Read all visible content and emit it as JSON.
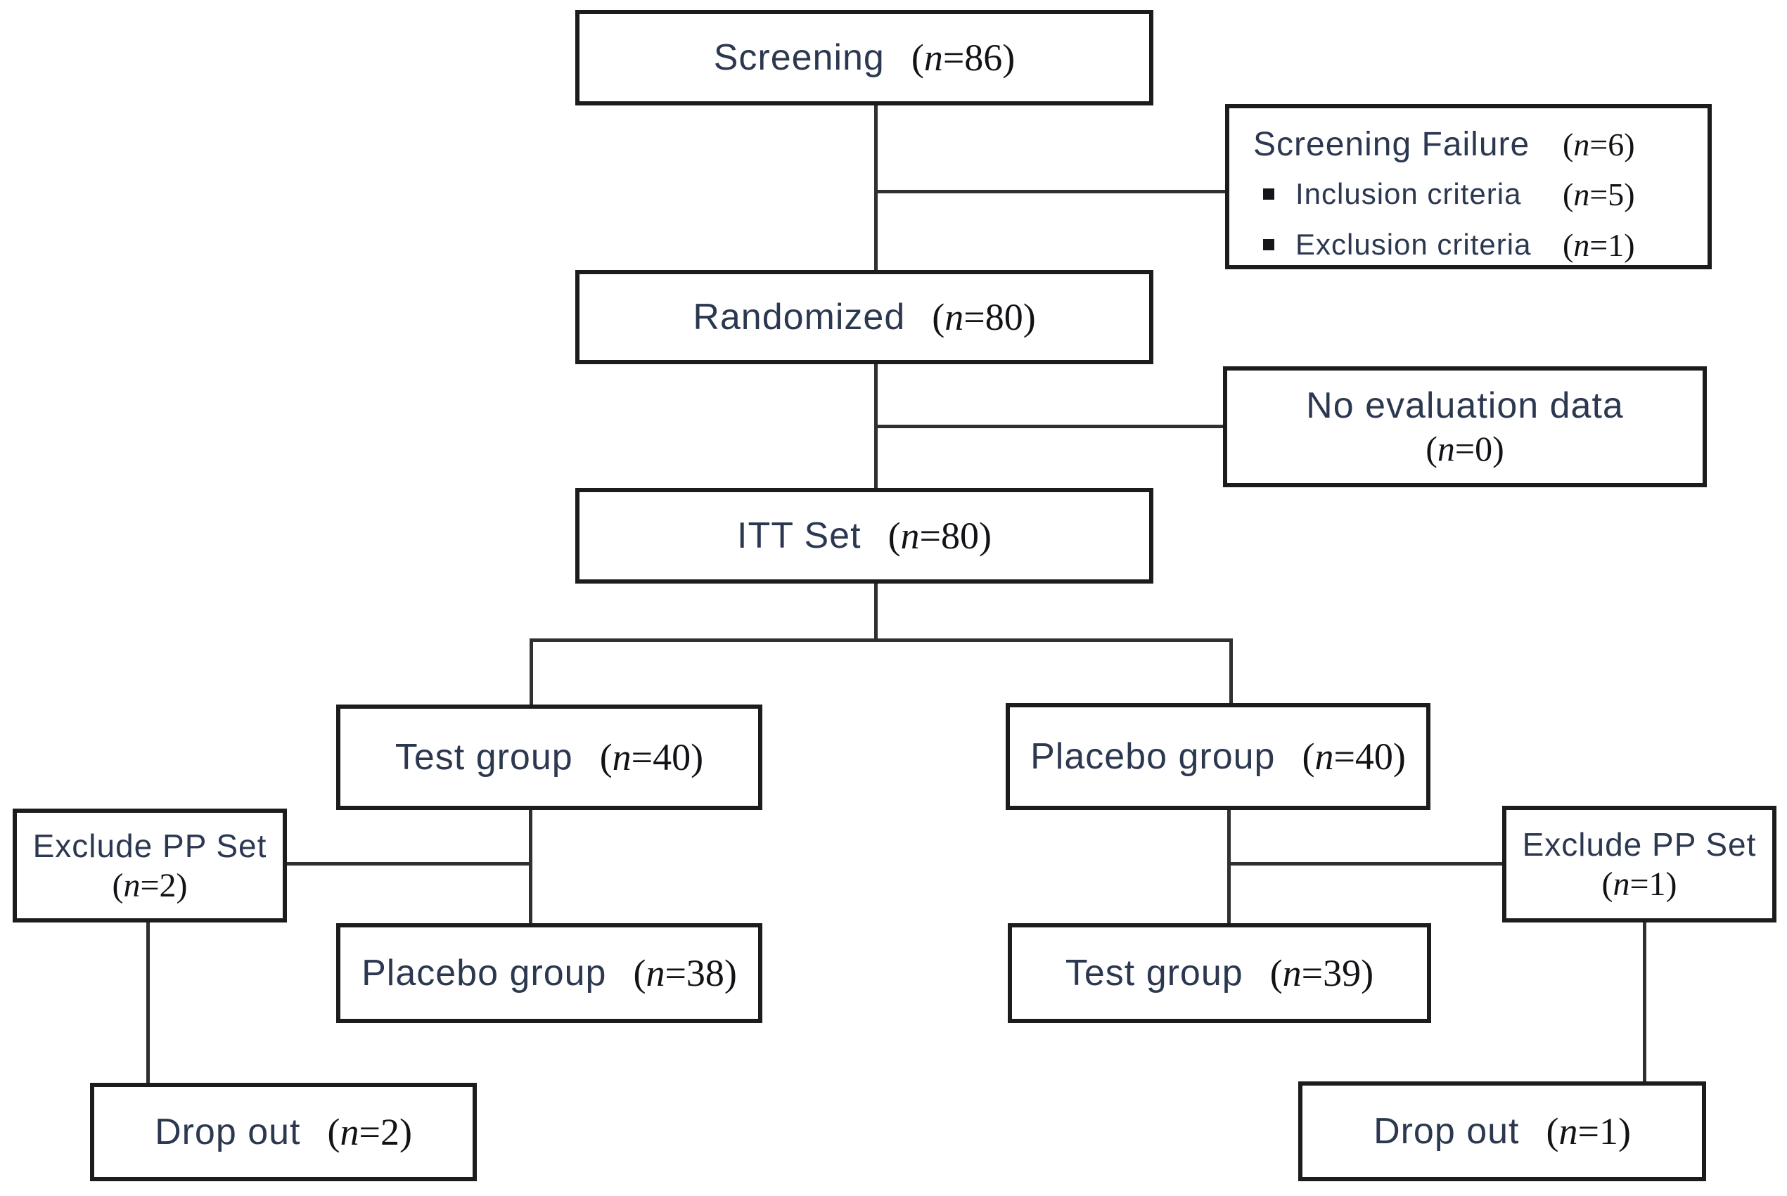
{
  "figure": {
    "background": "#ffffff",
    "line_color": "#303030",
    "label_color": "#2c3850",
    "n_color": "#121217",
    "boxes": {
      "screening": {
        "label": "Screening",
        "n": "(n=86)"
      },
      "screening_failure": {
        "title": "Screening Failure",
        "n": "(n=6)",
        "items": [
          {
            "label": "Inclusion criteria",
            "n": "(n=5)"
          },
          {
            "label": "Exclusion criteria",
            "n": "(n=1)"
          }
        ]
      },
      "randomized": {
        "label": "Randomized",
        "n": "(n=80)"
      },
      "no_evaluation": {
        "label": "No evaluation data",
        "n": "(n=0)"
      },
      "itt_set": {
        "label": "ITT Set",
        "n": "(n=80)"
      },
      "test_group_itt": {
        "label": "Test group",
        "n": "(n=40)"
      },
      "placebo_group_itt": {
        "label": "Placebo group",
        "n": "(n=40)"
      },
      "exclude_pp_left": {
        "label": "Exclude PP Set",
        "n": "(n=2)"
      },
      "exclude_pp_right": {
        "label": "Exclude PP Set",
        "n": "(n=1)"
      },
      "placebo_group_pp": {
        "label": "Placebo group",
        "n": "(n=38)"
      },
      "test_group_pp": {
        "label": "Test group",
        "n": "(n=39)"
      },
      "dropout_left": {
        "label": "Drop out",
        "n": "(n=2)"
      },
      "dropout_right": {
        "label": "Drop out",
        "n": "(n=1)"
      }
    }
  }
}
